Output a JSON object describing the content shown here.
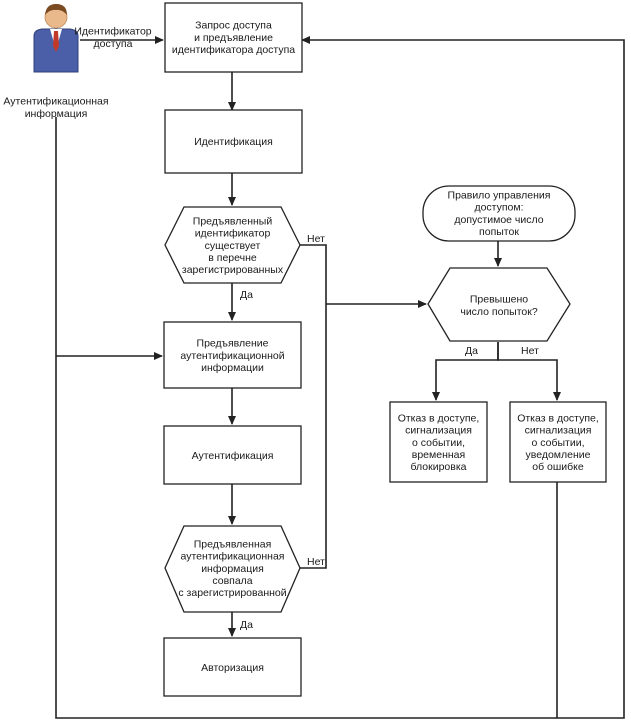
{
  "actor": {
    "identifier_label": [
      "Идентификатор",
      "доступа"
    ],
    "auth_info_label": [
      "Аутентификационная",
      "информация"
    ]
  },
  "nodes": {
    "request": [
      "Запрос доступа",
      "и предъявление",
      "идентификатора доступа"
    ],
    "identification": [
      "Идентификация"
    ],
    "id_exists": [
      "Предъявленный",
      "идентификатор",
      "существует",
      "в перечне",
      "зарегистрированных"
    ],
    "present_auth": [
      "Предъявление",
      "аутентификационной",
      "информации"
    ],
    "authentication": [
      "Аутентификация"
    ],
    "auth_match": [
      "Предъявленная",
      "аутентификационная",
      "информация",
      "совпала",
      "с зарегистрированной"
    ],
    "authorization": [
      "Авторизация"
    ],
    "policy": [
      "Правило управления",
      "доступом:",
      "допустимое число",
      "попыток"
    ],
    "attempts_exceeded": [
      "Превышено",
      "число попыток?"
    ],
    "deny_block": [
      "Отказ в доступе,",
      "сигнализация",
      "о событии,",
      "временная",
      "блокировка"
    ],
    "deny_notify": [
      "Отказ в доступе,",
      "сигнализация",
      "о событии,",
      "уведомление",
      "об ошибке"
    ]
  },
  "edge_labels": {
    "id_yes": "Да",
    "id_no": "Нет",
    "auth_yes": "Да",
    "auth_no": "Нет",
    "exceeded_yes": "Да",
    "exceeded_no": "Нет"
  },
  "colors": {
    "line": "#222222",
    "actor_suit": "#4a5fa8",
    "actor_skin": "#e9b98c",
    "actor_hair": "#7a4a22",
    "actor_tie": "#c0392b"
  }
}
